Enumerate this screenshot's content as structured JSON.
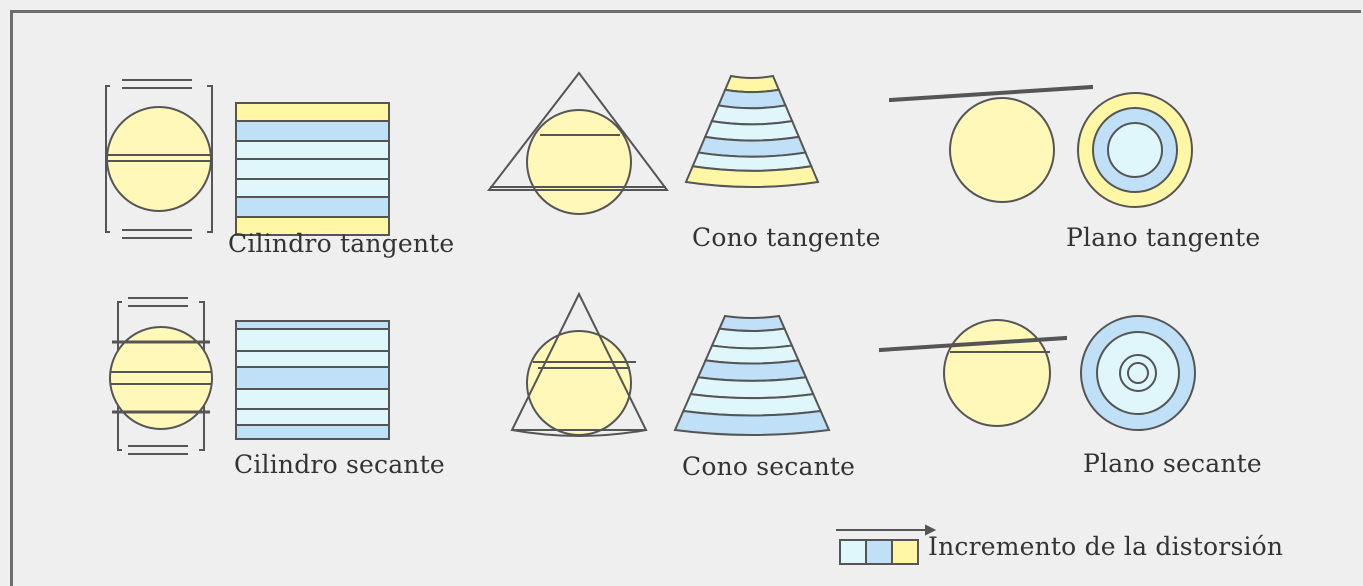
{
  "colors": {
    "low": "#dff6fb",
    "mid": "#bfe0f7",
    "high": "#fff6a6",
    "globe": "#fff8b8",
    "line": "#555555",
    "background": "#efefef"
  },
  "projections": [
    {
      "id": "cylinder-tangent",
      "label": "Cilindro tangente",
      "surface": "cilindro",
      "contact": "tangente"
    },
    {
      "id": "cone-tangent",
      "label": "Cono tangente",
      "surface": "cono",
      "contact": "tangente"
    },
    {
      "id": "plane-tangent",
      "label": "Plano tangente",
      "surface": "plano",
      "contact": "tangente"
    },
    {
      "id": "cylinder-secant",
      "label": "Cilindro secante",
      "surface": "cilindro",
      "contact": "secante"
    },
    {
      "id": "cone-secant",
      "label": "Cono secante",
      "surface": "cono",
      "contact": "secante"
    },
    {
      "id": "plane-secant",
      "label": "Plano secante",
      "surface": "plano",
      "contact": "secante"
    }
  ],
  "legend": {
    "label": "Incremento de la distorsión",
    "swatches": [
      "low",
      "mid",
      "high"
    ]
  }
}
